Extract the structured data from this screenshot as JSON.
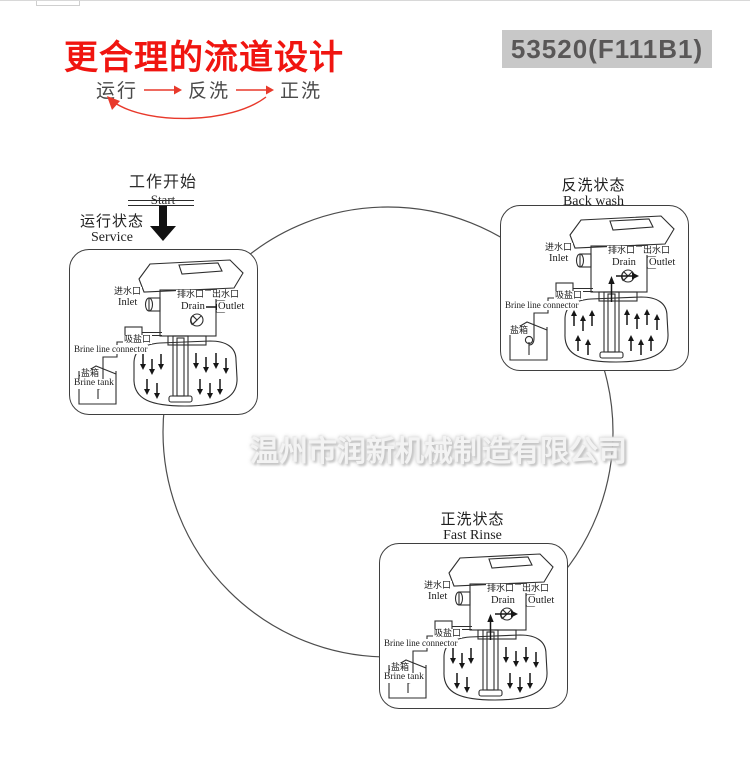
{
  "header": {
    "title": "更合理的流道设计",
    "model": "53520(F111B1)"
  },
  "cycle": {
    "steps": [
      "运行",
      "反洗",
      "正洗"
    ]
  },
  "start": {
    "cn": "工作开始",
    "en": "Start"
  },
  "watermark": "温州市润新机械制造有限公司",
  "states": {
    "service": {
      "cn": "运行状态",
      "en": "Service"
    },
    "backwash": {
      "cn": "反洗状态",
      "en": "Back wash"
    },
    "fastrinse": {
      "cn": "正洗状态",
      "en": "Fast Rinse"
    }
  },
  "ports": {
    "inlet_cn": "进水口",
    "inlet_en": "Inlet",
    "drain_cn": "排水口",
    "drain_en": "Drain",
    "outlet_cn": "出水口",
    "outlet_en": "Outlet",
    "brine_cn": "吸盐口",
    "brine_en": "Brine line connector",
    "tank_cn": "盐箱",
    "tank_en": "Brine tank"
  },
  "colors": {
    "title": "#f01510",
    "accent_red": "#e8392b",
    "model_bg": "#c8c8c8",
    "model_text": "#595757",
    "line": "#2e2e2e"
  }
}
